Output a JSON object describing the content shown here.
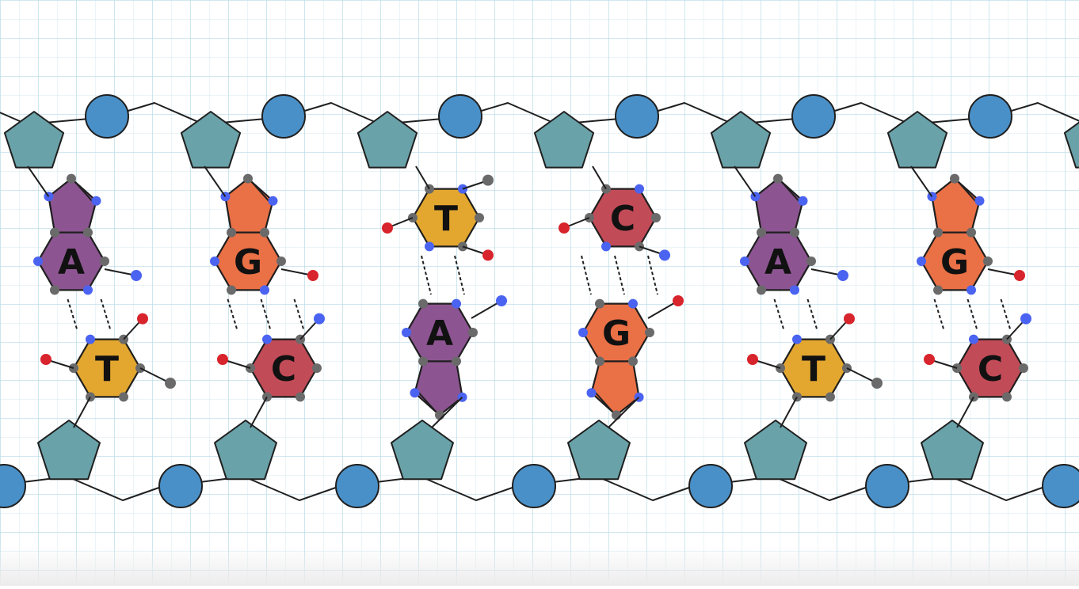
{
  "colors": {
    "grid": "#cfe6ef",
    "phosphate": "#4a90c8",
    "sugar": "#6aa2a9",
    "adenine": "#8c5591",
    "guanine": "#ea7046",
    "thymine": "#e3a72f",
    "cytosine": "#c24b58",
    "nitrogen": "#4a63f0",
    "oxygen": "#d8242c",
    "carbon": "#6a6a6a",
    "bond": "#1f1f1f"
  },
  "pairs": [
    {
      "top": "A",
      "bottom": "T"
    },
    {
      "top": "G",
      "bottom": "C"
    },
    {
      "top": "T",
      "bottom": "A"
    },
    {
      "top": "C",
      "bottom": "G"
    },
    {
      "top": "A",
      "bottom": "T"
    },
    {
      "top": "G",
      "bottom": "C"
    }
  ]
}
